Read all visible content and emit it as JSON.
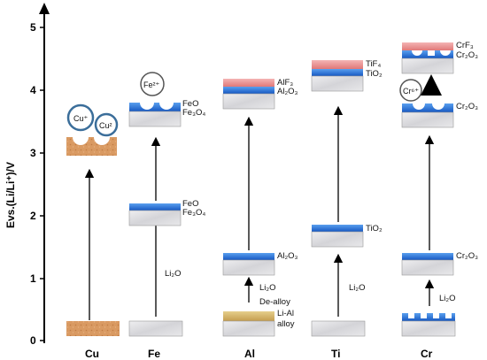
{
  "axis": {
    "title": "Evs.(Li/Li⁺)/V",
    "ticks": [
      "0",
      "1",
      "2",
      "3",
      "4",
      "5"
    ]
  },
  "categories": [
    "Cu",
    "Fe",
    "Al",
    "Ti",
    "Cr"
  ],
  "labels": {
    "fe_top_feo": "FeO",
    "fe_top_fe3o4": "Fe₃O₄",
    "fe_mid_feo": "FeO",
    "fe_mid_fe3o4": "Fe₃O₄",
    "fe_li2o": "Li₂O",
    "al_top_alf3": "AlF₃",
    "al_top_al2o3": "Al₂O₃",
    "al_mid_al2o3": "Al₂O₃",
    "al_li2o": "Li₂O",
    "al_dealloy": "De-alloy",
    "al_lial": "Li-Al",
    "al_alloy": "alloy",
    "ti_top_tif4": "TiF₄",
    "ti_top_tio2": "TiO₂",
    "ti_mid_tio2": "TiO₂",
    "ti_li2o": "Li₂O",
    "cr_top_crf3": "CrF₃",
    "cr_top_cr2o3": "Cr₂O₃",
    "cr_upper_cr2o3": "Cr₂O₃",
    "cr_mid_cr2o3": "Cr₂O₃",
    "cr_li2o": "Li₂O"
  },
  "ions": {
    "cu_plus": "Cu⁺",
    "cu_2plus": "Cu²",
    "fe_2plus": "Fe²⁺",
    "cr_6plus": "Cr⁶⁺"
  },
  "colors": {
    "metal_gray": "#d8d8dc",
    "copper": "#d99a62",
    "oxide_blue": "#1e6fd9",
    "fluoride_red": "#e58a8a",
    "li_al_gold": "#d4b46a",
    "ion_ring": "#3b6e9a"
  }
}
